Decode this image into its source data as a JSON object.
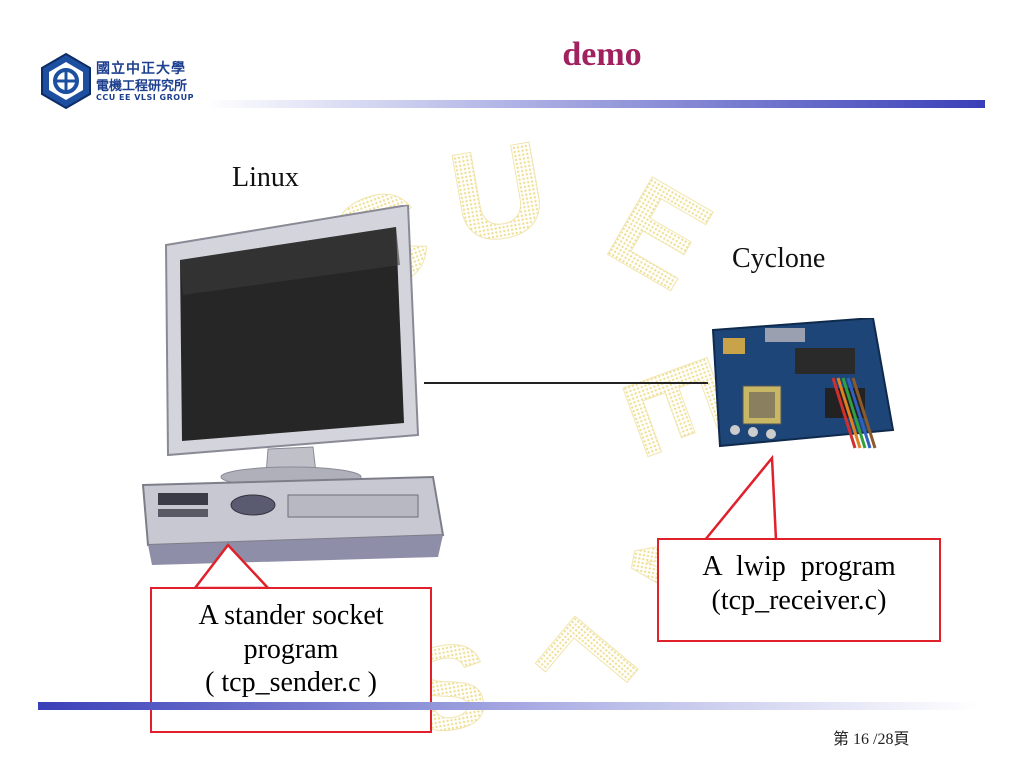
{
  "header": {
    "title": "demo",
    "logo": {
      "line1": "國立中正大學",
      "line2": "電機工程研究所",
      "line3": "CCU EE VLSI GROUP"
    }
  },
  "labels": {
    "linux": "Linux",
    "cyclone": "Cyclone"
  },
  "callouts": {
    "sender": {
      "line1": "A stander socket",
      "line2": "program",
      "line3": "( tcp_sender.c )"
    },
    "receiver": {
      "line1": "A lwip program",
      "line2": "(tcp_receiver.c)"
    }
  },
  "footer": {
    "page_label": "第 16 /28頁"
  },
  "watermark": {
    "text": "CCU EE VLSI"
  },
  "colors": {
    "title": "#a02060",
    "bar_blue": "#3a3fb8",
    "callout_border": "#e0202a",
    "watermark": "#f3e3a0"
  }
}
